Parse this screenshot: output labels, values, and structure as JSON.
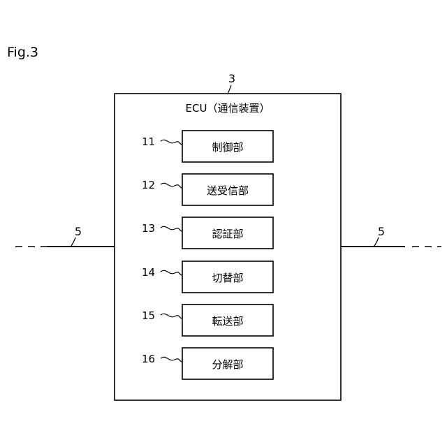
{
  "figure": {
    "label": "Fig.3"
  },
  "device": {
    "ref": "3",
    "title": "ECU（通信装置）"
  },
  "units": [
    {
      "ref": "11",
      "label": "制御部"
    },
    {
      "ref": "12",
      "label": "送受信部"
    },
    {
      "ref": "13",
      "label": "認証部"
    },
    {
      "ref": "14",
      "label": "切替部"
    },
    {
      "ref": "15",
      "label": "転送部"
    },
    {
      "ref": "16",
      "label": "分解部"
    }
  ],
  "line": {
    "left_ref": "5",
    "right_ref": "5"
  }
}
